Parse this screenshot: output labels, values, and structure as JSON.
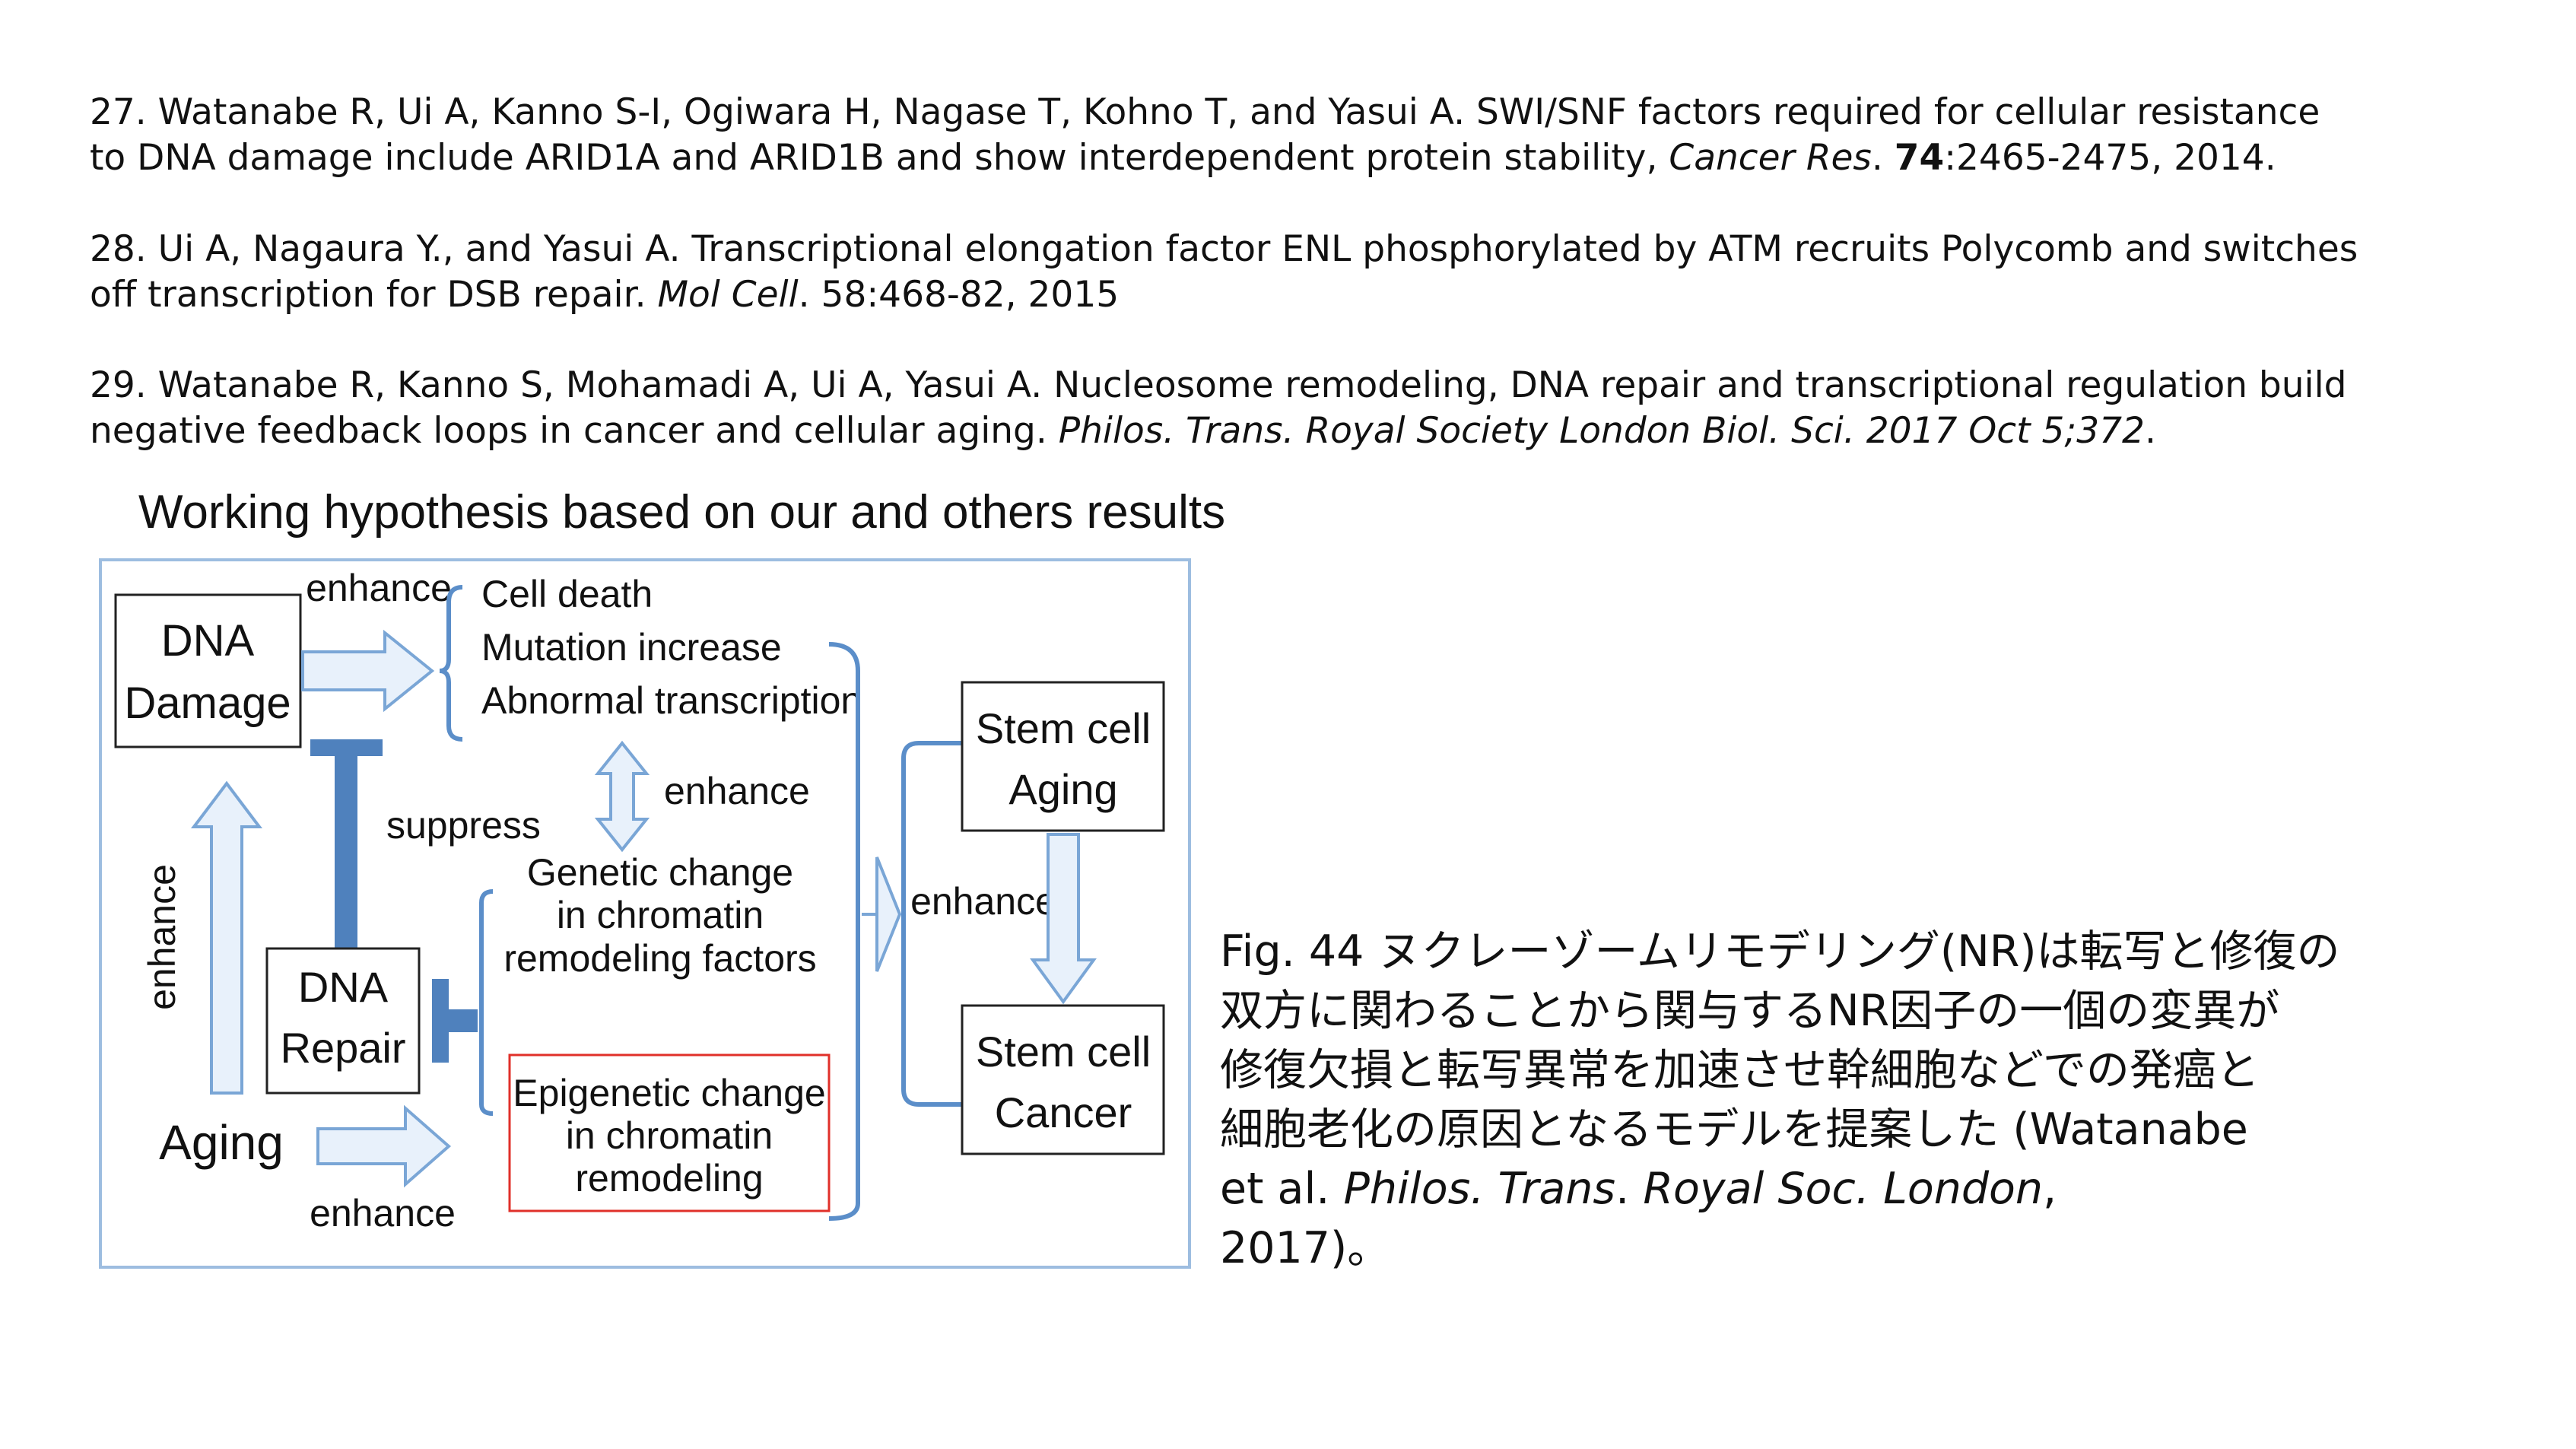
{
  "references": [
    {
      "line1": "27. Watanabe R, Ui A, Kanno S-I, Ogiwara H, Nagase T, Kohno T, and Yasui A. SWI/SNF factors required for cellular resistance",
      "line2_pre": "to DNA damage include ARID1A and ARID1B and show interdependent protein stability, ",
      "journal": "Cancer Res",
      "mid": ". ",
      "volume": "74",
      "post": ":2465-2475, 2014."
    },
    {
      "line1": "28. Ui A, Nagaura Y., and Yasui A. Transcriptional elongation factor ENL phosphorylated by ATM recruits Polycomb and switches",
      "line2_pre": "off transcription for DSB repair. ",
      "journal": "Mol Cell",
      "post": ". 58:468-82, 2015"
    },
    {
      "line1": "29. Watanabe R, Kanno S, Mohamadi A, Ui A, Yasui A. Nucleosome remodeling, DNA repair and transcriptional regulation build",
      "line2_pre": "negative feedback loops in cancer and cellular aging. ",
      "journal": "Philos. Trans. Royal Society London Biol. Sci. 2017 Oct 5;372",
      "post": "."
    }
  ],
  "diagram": {
    "title": "Working hypothesis based on our and others results",
    "dna_damage": [
      "DNA",
      "Damage"
    ],
    "dna_repair": [
      "DNA",
      "Repair"
    ],
    "aging": "Aging",
    "outcomes": [
      "Cell death",
      "Mutation increase",
      "Abnormal transcription"
    ],
    "genetic": [
      "Genetic change",
      "in chromatin",
      "remodeling factors"
    ],
    "epigenetic": [
      "Epigenetic change",
      "in chromatin",
      "remodeling"
    ],
    "stem_aging": [
      "Stem cell",
      "Aging"
    ],
    "stem_cancer": [
      "Stem cell",
      "Cancer"
    ],
    "enhance": "enhance",
    "suppress": "suppress",
    "colors": {
      "arrow_fill": "#e8f1fb",
      "arrow_stroke": "#7aa6d6",
      "bracket": "#5b8ec9",
      "inhibit": "#4f81bd",
      "frame": "#9dbde0",
      "epigenetic_border": "#e0302a"
    }
  },
  "caption": {
    "line1": "Fig. 44 ヌクレーゾームリモデリング(NR)は転写と修復の",
    "line2": "双方に関わることから関与するNR因子の一個の変異が",
    "line3": "修復欠損と転写異常を加速させ幹細胞などでの発癌と",
    "line4": "細胞老化の原因となるモデルを提案した (Watanabe",
    "line5_pre": "et al. ",
    "line5_italic": "Philos. Trans",
    "line5_mid": ". ",
    "line5_italic2": "Royal Soc. London",
    "line5_post": ",",
    "line6": "2017)。"
  }
}
